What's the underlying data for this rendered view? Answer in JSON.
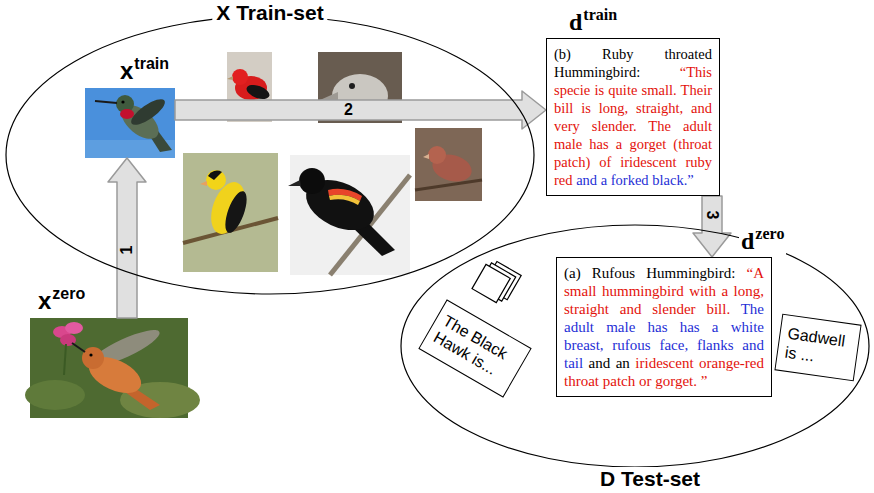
{
  "diagram": {
    "nodes": [
      {
        "text": [
          "X Train-set"
        ]
      },
      {
        "text": [
          "x",
          "train"
        ],
        "in": 0
      },
      {
        "text": [
          "x",
          "zero"
        ]
      },
      {
        "text": [
          "d",
          "train",
          "(b) Ruby throated Hummingbird:",
          "“This specie is quite small. Their bill is long, straight, and very slender. The adult male has a gorget (throat patch) of iridescent ruby red",
          "and a forked black.”"
        ]
      },
      {
        "text": [
          "D Test-set"
        ]
      },
      {
        "text": [
          "d",
          "zero",
          "(a) Rufous Hummingbird:",
          "“A small hummingbird with a long, straight and slender bill.",
          "The adult male has has a white breast, rufous face, flanks and tail",
          "and an",
          "iridescent orange-red throat patch or gorget. ”"
        ],
        "in": 4
      },
      {
        "text": [
          "The Black Hawk is..."
        ],
        "in": 4
      },
      {
        "text": [
          "Gadwell is ..."
        ],
        "in": 4
      }
    ],
    "edges": [
      {
        "from": 2,
        "to": 1,
        "arrow": "to",
        "label": "1"
      },
      {
        "from": 1,
        "to": 3,
        "arrow": "to",
        "label": "2"
      },
      {
        "from": 3,
        "to": 5,
        "arrow": "to",
        "label": "3"
      }
    ]
  }
}
